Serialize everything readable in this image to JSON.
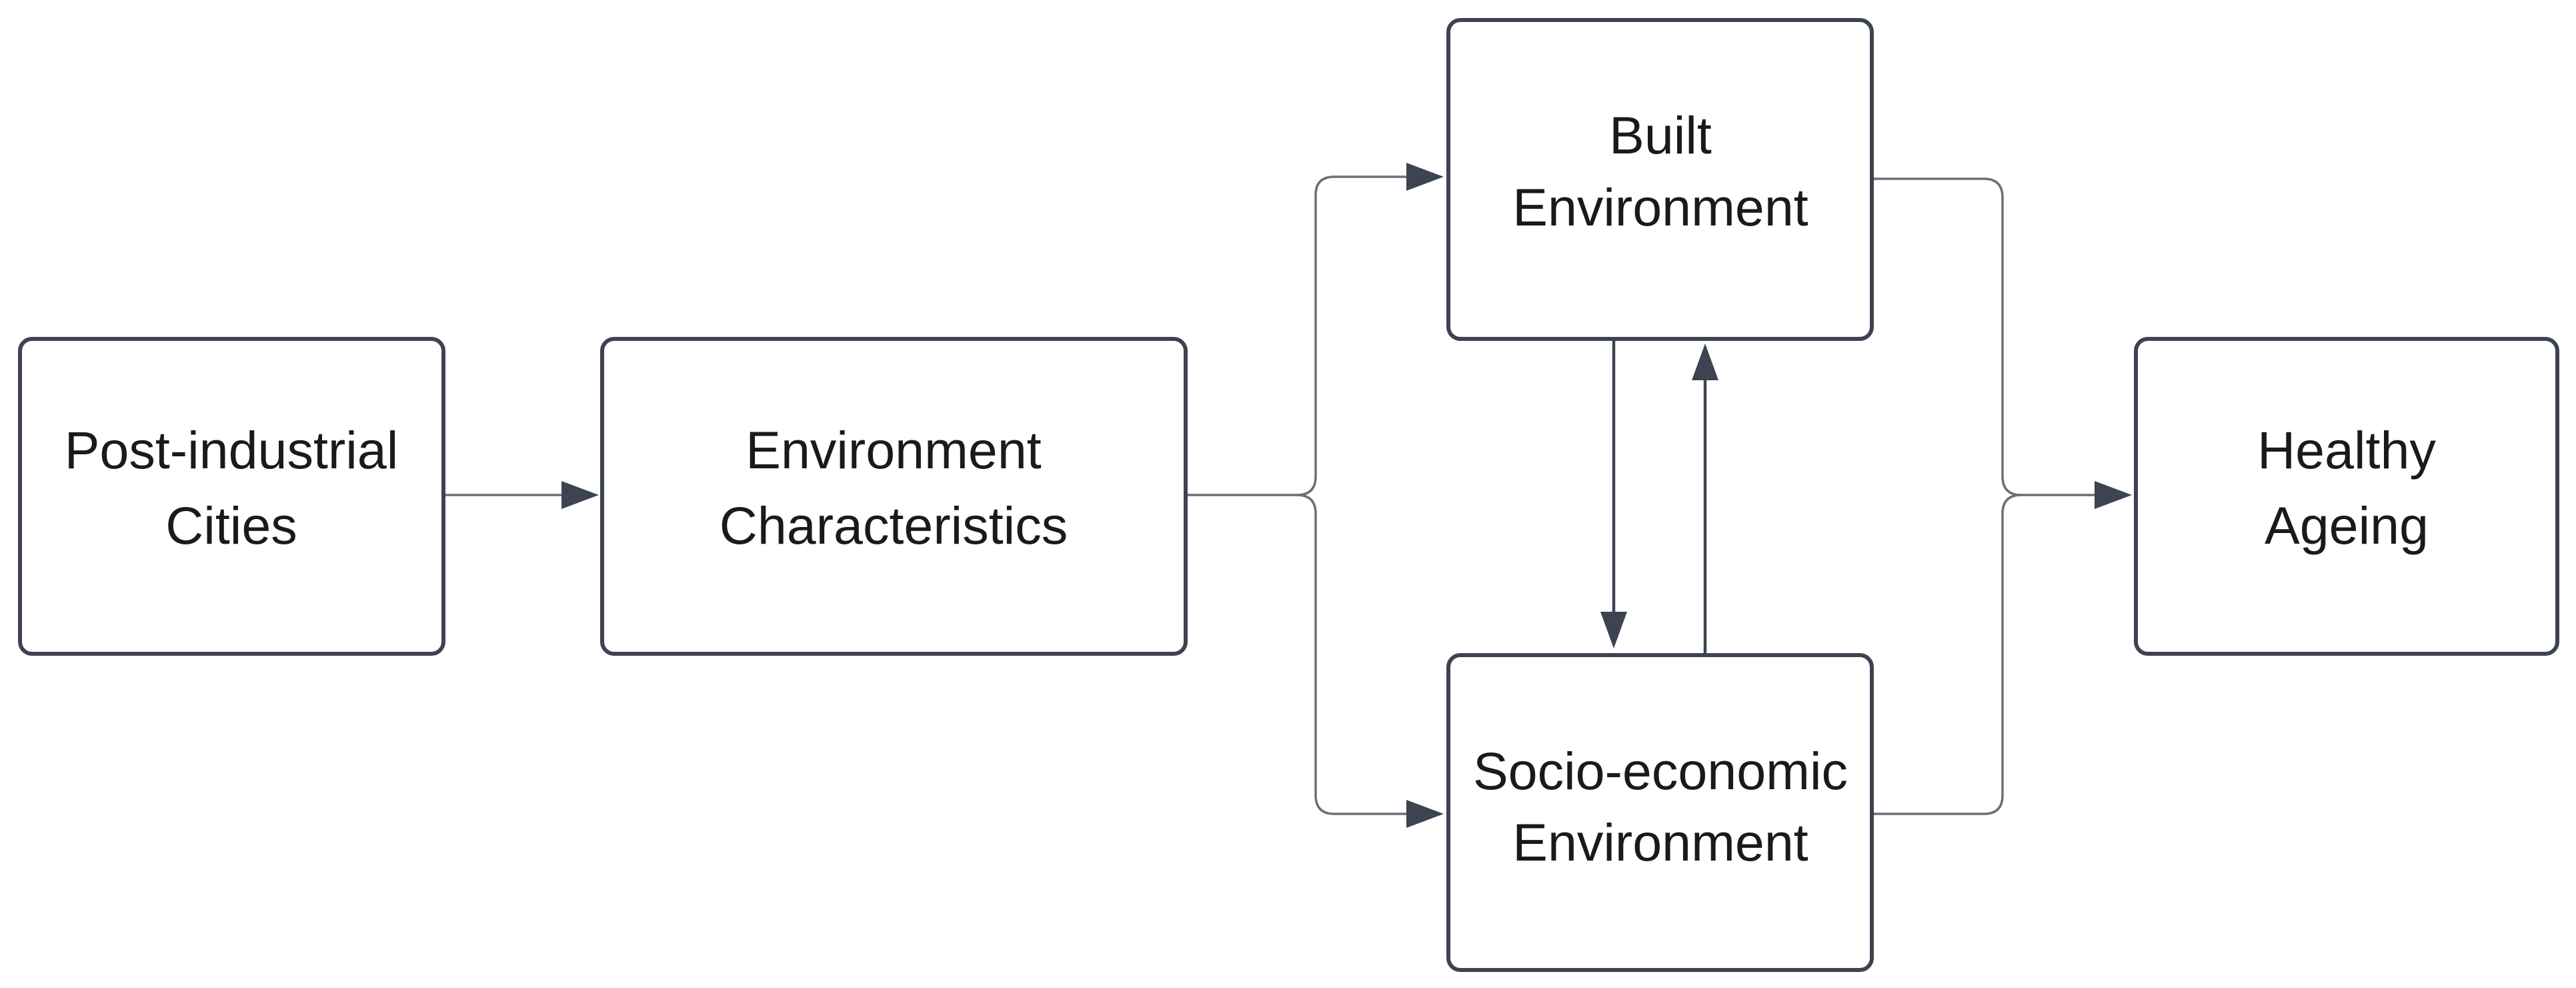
{
  "diagram": {
    "nodes": {
      "post_industrial": {
        "line1": "Post-industrial",
        "line2": "Cities"
      },
      "environment_characteristics": {
        "line1": "Environment",
        "line2": "Characteristics"
      },
      "built_environment": {
        "line1": "Built",
        "line2": "Environment"
      },
      "socio_economic": {
        "line1": "Socio-economic",
        "line2": "Environment"
      },
      "healthy_ageing": {
        "line1": "Healthy",
        "line2": "Ageing"
      }
    },
    "edges": [
      {
        "from": "post_industrial",
        "to": "environment_characteristics"
      },
      {
        "from": "environment_characteristics",
        "to": "built_environment"
      },
      {
        "from": "environment_characteristics",
        "to": "socio_economic"
      },
      {
        "from": "built_environment",
        "to": "socio_economic"
      },
      {
        "from": "socio_economic",
        "to": "built_environment"
      },
      {
        "from": "built_environment",
        "to": "healthy_ageing"
      },
      {
        "from": "socio_economic",
        "to": "healthy_ageing"
      }
    ],
    "colors": {
      "box_stroke": "#3d4350",
      "arrow": "#3d4350",
      "text": "#1a1a1a",
      "background": "#ffffff"
    }
  }
}
